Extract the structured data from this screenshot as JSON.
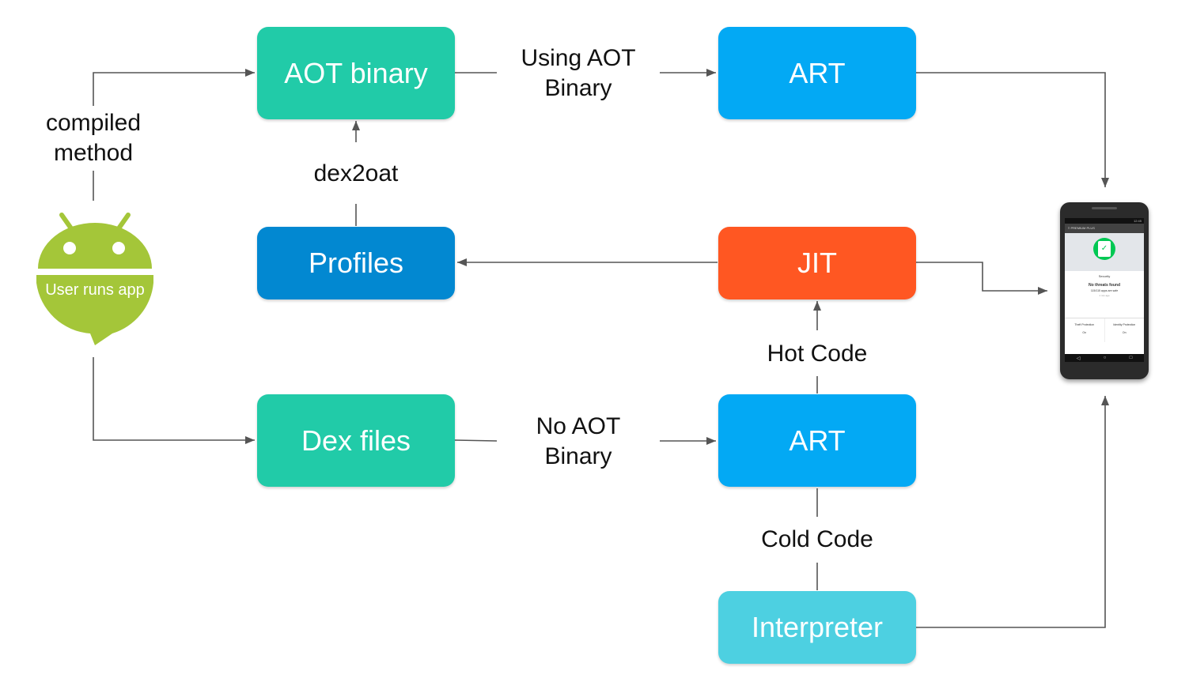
{
  "nodes": {
    "aot_binary": {
      "label": "AOT binary",
      "color": "#21cba8"
    },
    "art_top": {
      "label": "ART",
      "color": "#03a9f4"
    },
    "profiles": {
      "label": "Profiles",
      "color": "#0288d1"
    },
    "jit": {
      "label": "JIT",
      "color": "#ff5722"
    },
    "dex_files": {
      "label": "Dex files",
      "color": "#21cba8"
    },
    "art_mid": {
      "label": "ART",
      "color": "#03a9f4"
    },
    "interpreter": {
      "label": "Interpreter",
      "color": "#4dd0e1"
    }
  },
  "edge_labels": {
    "compiled_method": [
      "compiled",
      "method"
    ],
    "using_aot": [
      "Using AOT",
      "Binary"
    ],
    "dex2oat": "dex2oat",
    "no_aot": [
      "No AOT",
      "Binary"
    ],
    "hot_code": "Hot Code",
    "cold_code": "Cold Code"
  },
  "android": {
    "label": "User runs app",
    "color": "#a4c639"
  },
  "phone": {
    "status_time": "12:45",
    "appbar_title": "PREMIUM PLUS",
    "section": "Security",
    "status_main": "No threats found",
    "status_sub": "115/115 apps are safe",
    "status_time_ago": "1 min ago",
    "card_left_title": "Theft Protection",
    "card_left_value": "On",
    "card_right_title": "Identity Protection",
    "card_right_value": "On",
    "accent": "#00c853"
  },
  "colors": {
    "edge": "#555555"
  }
}
